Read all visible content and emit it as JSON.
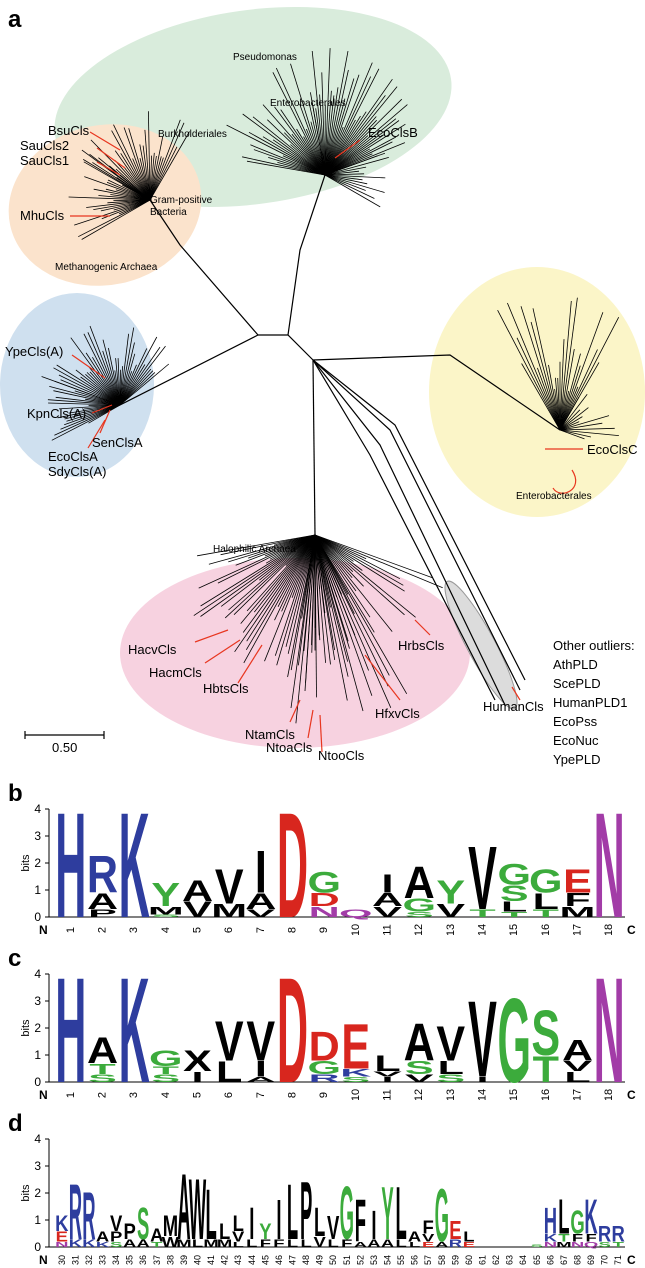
{
  "panel_a": {
    "letter": "a",
    "clade_labels": {
      "pseudomonas": "Pseudomonas",
      "enterobacterales_top": "Enterobacterales",
      "burkholderiales": "Burkholderiales",
      "ecoclsb": "EcoClsB",
      "bsucls": "BsuCls",
      "saucls2": "SauCls2",
      "saucls1": "SauCls1",
      "gram_pos_1": "Gram-positive",
      "gram_pos_2": "Bacteria",
      "mhucls": "MhuCls",
      "methanogenic": "Methanogenic Archaea",
      "ypecls": "YpeCls(A)",
      "kpncls": "KpnCls(A)",
      "senclsa": "SenClsA",
      "ecoclsa": "EcoClsA",
      "sdycls": "SdyCls(A)",
      "ecoclsc": "EcoClsC",
      "enterobacterales_right": "Enterobacterales",
      "halophilic": "Halophilic Archaea",
      "hacvcls": "HacvCls",
      "hacmcls": "HacmCls",
      "hbtscls": "HbtsCls",
      "hrbscls": "HrbsCls",
      "hfxvcls": "HfxvCls",
      "ntamcls": "NtamCls",
      "ntoacls": "NtoaCls",
      "ntoocls": "NtooCls",
      "humancls": "HumanCls"
    },
    "outliers_title": "Other outliers:",
    "outliers": [
      "AthPLD",
      "ScePLD",
      "HumanPLD1",
      "EcoPss",
      "EcoNuc",
      "YpePLD"
    ],
    "scale_label": "0.50",
    "colors": {
      "green_clade": "#d9ecdc",
      "orange_clade": "#fbe3cc",
      "blue_clade": "#cfe0ef",
      "yellow_clade": "#fbf5c8",
      "pink_clade": "#f7d2e0",
      "grey_clade": "#dcdcdc",
      "red_marker": "#e8361f"
    }
  },
  "logo_common": {
    "y_title": "bits",
    "y_ticks": [
      "0",
      "1",
      "2",
      "3",
      "4"
    ],
    "n_label": "N",
    "c_label": "C"
  },
  "panel_b": {
    "letter": "b",
    "positions": [
      "1",
      "2",
      "3",
      "4",
      "5",
      "6",
      "7",
      "8",
      "9",
      "10",
      "11",
      "12",
      "13",
      "14",
      "15",
      "16",
      "17",
      "18"
    ]
  },
  "panel_c": {
    "letter": "c",
    "positions": [
      "1",
      "2",
      "3",
      "4",
      "5",
      "6",
      "7",
      "8",
      "9",
      "10",
      "11",
      "12",
      "13",
      "14",
      "15",
      "16",
      "17",
      "18"
    ]
  },
  "panel_d": {
    "letter": "d",
    "positions": [
      "30",
      "31",
      "32",
      "33",
      "34",
      "35",
      "36",
      "37",
      "38",
      "39",
      "40",
      "41",
      "42",
      "43",
      "44",
      "45",
      "46",
      "47",
      "48",
      "49",
      "50",
      "51",
      "52",
      "53",
      "54",
      "55",
      "56",
      "57",
      "58",
      "59",
      "60",
      "61",
      "62",
      "63",
      "64",
      "65",
      "66",
      "67",
      "68",
      "69",
      "70",
      "71"
    ]
  },
  "logo_colors": {
    "H": "#2e3d9e",
    "K": "#2e3d9e",
    "R": "#2e3d9e",
    "D": "#d8261e",
    "E": "#d8261e",
    "N": "#a23ca7",
    "Q": "#a23ca7",
    "G": "#3cab3c",
    "S": "#3cab3c",
    "T": "#3cab3c",
    "Y": "#3cab3c",
    "C": "#3cab3c",
    "A": "#000000",
    "V": "#000000",
    "L": "#000000",
    "I": "#000000",
    "M": "#000000",
    "F": "#000000",
    "W": "#000000",
    "P": "#000000",
    "X": "#000000"
  },
  "logo_b": [
    [
      [
        "H",
        4.0
      ]
    ],
    [
      [
        "R",
        1.4
      ],
      [
        "A",
        0.6
      ],
      [
        "P",
        0.3
      ]
    ],
    [
      [
        "K",
        4.0
      ]
    ],
    [
      [
        "Y",
        0.9
      ],
      [
        "M",
        0.3
      ],
      [
        "S",
        0.1
      ]
    ],
    [
      [
        "A",
        0.8
      ],
      [
        "V",
        0.6
      ]
    ],
    [
      [
        "V",
        1.3
      ],
      [
        "M",
        0.5
      ]
    ],
    [
      [
        "I",
        1.6
      ],
      [
        "A",
        0.6
      ],
      [
        "V",
        0.3
      ]
    ],
    [
      [
        "D",
        4.0
      ]
    ],
    [
      [
        "G",
        0.8
      ],
      [
        "D",
        0.5
      ],
      [
        "N",
        0.4
      ]
    ],
    [
      [
        "Q",
        0.3
      ]
    ],
    [
      [
        "I",
        0.7
      ],
      [
        "A",
        0.5
      ],
      [
        "V",
        0.4
      ]
    ],
    [
      [
        "A",
        1.2
      ],
      [
        "G",
        0.5
      ],
      [
        "S",
        0.2
      ]
    ],
    [
      [
        "Y",
        0.9
      ],
      [
        "V",
        0.5
      ]
    ],
    [
      [
        "V",
        2.4
      ],
      [
        "T",
        0.3
      ]
    ],
    [
      [
        "G",
        0.8
      ],
      [
        "S",
        0.6
      ],
      [
        "L",
        0.4
      ],
      [
        "T",
        0.2
      ]
    ],
    [
      [
        "G",
        0.9
      ],
      [
        "L",
        0.6
      ],
      [
        "T",
        0.3
      ]
    ],
    [
      [
        "E",
        0.9
      ],
      [
        "F",
        0.5
      ],
      [
        "M",
        0.4
      ]
    ],
    [
      [
        "N",
        4.0
      ]
    ]
  ],
  "logo_c": [
    [
      [
        "H",
        4.0
      ]
    ],
    [
      [
        "A",
        1.0
      ],
      [
        "T",
        0.4
      ],
      [
        "S",
        0.3
      ]
    ],
    [
      [
        "K",
        4.0
      ]
    ],
    [
      [
        "G",
        0.6
      ],
      [
        "S",
        0.3
      ],
      [
        "T",
        0.3
      ]
    ],
    [
      [
        "X",
        0.8
      ],
      [
        "I",
        0.4
      ]
    ],
    [
      [
        "V",
        1.5
      ],
      [
        "L",
        0.8
      ]
    ],
    [
      [
        "V",
        1.5
      ],
      [
        "I",
        0.6
      ],
      [
        "A",
        0.2
      ]
    ],
    [
      [
        "D",
        4.0
      ]
    ],
    [
      [
        "D",
        1.1
      ],
      [
        "G",
        0.5
      ],
      [
        "R",
        0.3
      ]
    ],
    [
      [
        "E",
        1.7
      ],
      [
        "K",
        0.3
      ],
      [
        "S",
        0.2
      ]
    ],
    [
      [
        "L",
        0.6
      ],
      [
        "I",
        0.2
      ],
      [
        "V",
        0.2
      ]
    ],
    [
      [
        "A",
        1.4
      ],
      [
        "S",
        0.5
      ],
      [
        "V",
        0.3
      ]
    ],
    [
      [
        "V",
        1.3
      ],
      [
        "L",
        0.5
      ],
      [
        "S",
        0.3
      ]
    ],
    [
      [
        "V",
        2.9
      ],
      [
        "I",
        0.2
      ]
    ],
    [
      [
        "G",
        3.2
      ]
    ],
    [
      [
        "S",
        1.7
      ],
      [
        "T",
        1.0
      ]
    ],
    [
      [
        "A",
        0.8
      ],
      [
        "L",
        0.4
      ],
      [
        "V",
        0.4
      ]
    ],
    [
      [
        "N",
        4.0
      ]
    ]
  ],
  "logo_d": [
    [
      [
        "K",
        0.6
      ],
      [
        "E",
        0.4
      ],
      [
        "N",
        0.2
      ]
    ],
    [
      [
        "R",
        2.1
      ],
      [
        "K",
        0.3
      ]
    ],
    [
      [
        "R",
        1.8
      ],
      [
        "K",
        0.3
      ]
    ],
    [
      [
        "A",
        0.4
      ],
      [
        "K",
        0.2
      ]
    ],
    [
      [
        "V",
        0.6
      ],
      [
        "P",
        0.4
      ],
      [
        "S",
        0.2
      ]
    ],
    [
      [
        "P",
        0.6
      ],
      [
        "A",
        0.3
      ]
    ],
    [
      [
        "S",
        1.2
      ],
      [
        "A",
        0.3
      ]
    ],
    [
      [
        "A",
        0.5
      ],
      [
        "T",
        0.2
      ]
    ],
    [
      [
        "M",
        0.8
      ],
      [
        "W",
        0.4
      ]
    ],
    [
      [
        "A",
        2.5
      ],
      [
        "M",
        0.3
      ]
    ],
    [
      [
        "W",
        2.3
      ],
      [
        "L",
        0.3
      ]
    ],
    [
      [
        "L",
        1.9
      ],
      [
        "M",
        0.3
      ]
    ],
    [
      [
        "L",
        0.6
      ],
      [
        "M",
        0.3
      ]
    ],
    [
      [
        "L",
        0.6
      ],
      [
        "V",
        0.4
      ],
      [
        "L",
        0.2
      ]
    ],
    [
      [
        "I",
        1.2
      ],
      [
        "L",
        0.3
      ]
    ],
    [
      [
        "Y",
        0.6
      ],
      [
        "F",
        0.3
      ]
    ],
    [
      [
        "I",
        1.5
      ],
      [
        "F",
        0.3
      ]
    ],
    [
      [
        "L",
        2.1
      ],
      [
        "L",
        0.3
      ]
    ],
    [
      [
        "P",
        2.2
      ],
      [
        "L",
        0.3
      ]
    ],
    [
      [
        "L",
        1.1
      ],
      [
        "V",
        0.4
      ]
    ],
    [
      [
        "V",
        0.9
      ],
      [
        "L",
        0.3
      ]
    ],
    [
      [
        "G",
        2.0
      ],
      [
        "F",
        0.3
      ]
    ],
    [
      [
        "F",
        1.6
      ],
      [
        "A",
        0.2
      ]
    ],
    [
      [
        "I",
        1.1
      ],
      [
        "A",
        0.3
      ]
    ],
    [
      [
        "Y",
        2.0
      ],
      [
        "A",
        0.3
      ]
    ],
    [
      [
        "L",
        2.0
      ],
      [
        "L",
        0.3
      ]
    ],
    [
      [
        "A",
        0.4
      ],
      [
        "L",
        0.2
      ]
    ],
    [
      [
        "F",
        0.5
      ],
      [
        "V",
        0.3
      ],
      [
        "E",
        0.2
      ]
    ],
    [
      [
        "G",
        2.0
      ],
      [
        "A",
        0.2
      ]
    ],
    [
      [
        "E",
        0.7
      ],
      [
        "R",
        0.3
      ]
    ],
    [
      [
        "L",
        0.4
      ],
      [
        "E",
        0.2
      ]
    ],
    [],
    [],
    [],
    [],
    [
      [
        "S",
        0.1
      ]
    ],
    [
      [
        "H",
        1.0
      ],
      [
        "K",
        0.3
      ],
      [
        "N",
        0.2
      ]
    ],
    [
      [
        "L",
        1.3
      ],
      [
        "T",
        0.3
      ],
      [
        "M",
        0.2
      ]
    ],
    [
      [
        "G",
        0.9
      ],
      [
        "F",
        0.3
      ],
      [
        "N",
        0.2
      ]
    ],
    [
      [
        "K",
        1.3
      ],
      [
        "F",
        0.3
      ],
      [
        "Q",
        0.2
      ]
    ],
    [
      [
        "R",
        0.6
      ],
      [
        "S",
        0.2
      ]
    ],
    [
      [
        "R",
        0.6
      ],
      [
        "T",
        0.2
      ]
    ]
  ]
}
